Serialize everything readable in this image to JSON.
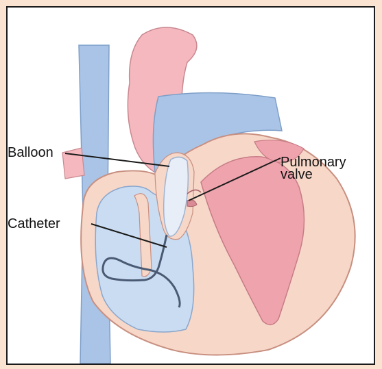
{
  "labels": {
    "balloon": "Balloon",
    "catheter": "Catheter",
    "pulmonary_line1": "Pulmonary",
    "pulmonary_line2": "valve"
  },
  "colors": {
    "page_background": "#fbe3d2",
    "vein_blue": "#a9c4e6",
    "aorta_pink": "#f4b8be",
    "heart_wall": "#f6d7c8",
    "right_chamber": "#c9dcf2",
    "left_chamber": "#eea3ad",
    "balloon": "#e8eef8",
    "line": "#1b1b1b"
  }
}
